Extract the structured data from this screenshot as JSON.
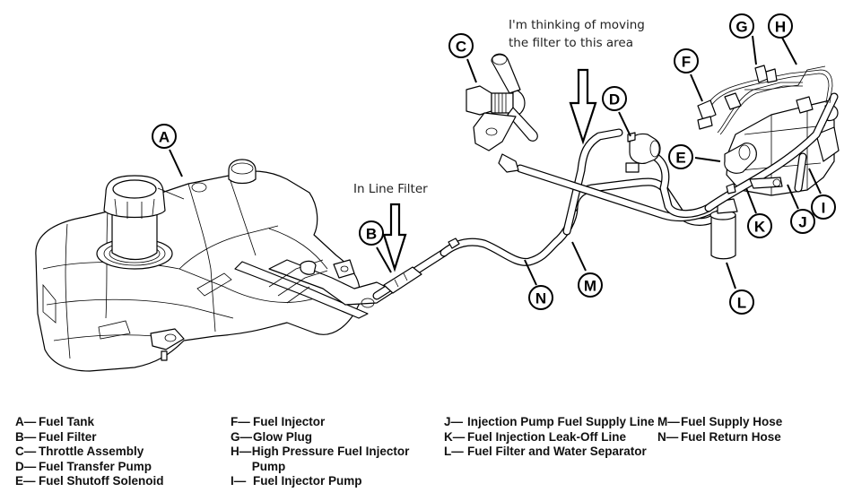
{
  "annotations": {
    "move_note_line1": "I'm thinking of moving",
    "move_note_line2": "the filter to this area",
    "inline_filter": "In Line Filter"
  },
  "callouts": {
    "A": "A",
    "B": "B",
    "C": "C",
    "D": "D",
    "E": "E",
    "F": "F",
    "G": "G",
    "H": "H",
    "I": "I",
    "J": "J",
    "K": "K",
    "L": "L",
    "M": "M",
    "N": "N"
  },
  "legend": {
    "columns": [
      [
        {
          "key": "A—",
          "text": "Fuel Tank"
        },
        {
          "key": "B—",
          "text": "Fuel Filter"
        },
        {
          "key": "C—",
          "text": "Throttle Assembly"
        },
        {
          "key": "D—",
          "text": "Fuel Transfer Pump"
        },
        {
          "key": "E—",
          "text": "Fuel Shutoff Solenoid"
        }
      ],
      [
        {
          "key": "F—",
          "text": "Fuel Injector"
        },
        {
          "key": "G—",
          "text": "Glow Plug"
        },
        {
          "key": "H—",
          "text": "High Pressure Fuel Injector Pump"
        },
        {
          "key": "I—",
          "text": "Fuel Injector Pump"
        }
      ],
      [
        {
          "key": "J—",
          "text": "Injection Pump Fuel Supply Line"
        },
        {
          "key": "K—",
          "text": "Fuel Injection Leak-Off Line"
        },
        {
          "key": "L—",
          "text": "Fuel Filter and Water Separator"
        }
      ],
      [
        {
          "key": "M—",
          "text": "Fuel Supply Hose"
        },
        {
          "key": "N—",
          "text": "Fuel Return Hose"
        }
      ]
    ]
  }
}
